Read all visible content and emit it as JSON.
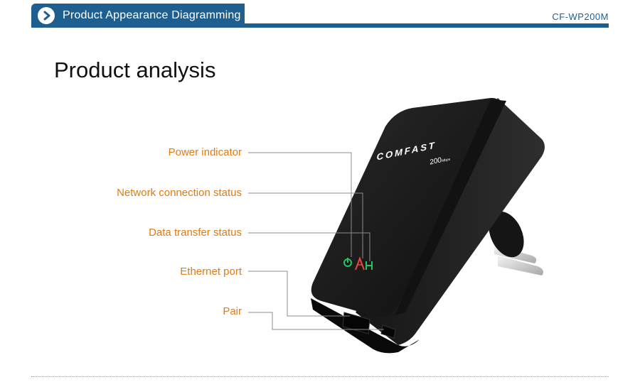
{
  "header": {
    "title": "Product Appearance Diagramming",
    "model": "CF-WP200M",
    "play_icon": "play-icon"
  },
  "page": {
    "title": "Product analysis"
  },
  "callouts": [
    {
      "label": "Power indicator"
    },
    {
      "label": "Network connection status"
    },
    {
      "label": "Data transfer status"
    },
    {
      "label": "Ethernet port"
    },
    {
      "label": "Pair"
    }
  ],
  "device": {
    "brand": "COMFAST",
    "speed": "200",
    "speed_unit": "Mbps"
  },
  "colors": {
    "header": "#1f5f8f",
    "label": "#e07b12",
    "device": "#1b1b1b",
    "led_green": "#22c55e",
    "led_red": "#ef4444"
  }
}
